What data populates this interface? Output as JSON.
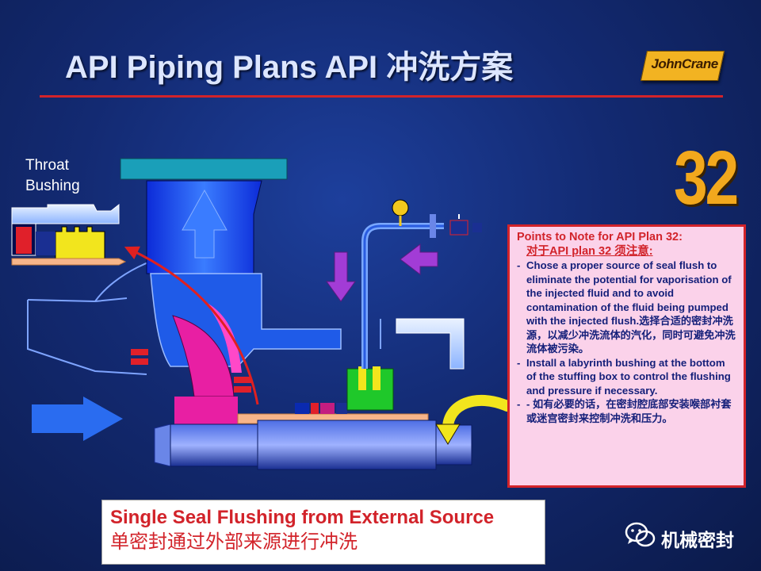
{
  "header": {
    "title": "API Piping Plans API 冲洗方案",
    "logo_text": "JohnCrane"
  },
  "plan_number": "32",
  "labels": {
    "throat_line1": "Throat",
    "throat_line2": "Bushing"
  },
  "notes": {
    "heading_en": "Points to Note for API Plan 32:",
    "heading_cn": "对于API plan 32 须注意:",
    "items": [
      {
        "dash": "-",
        "text": "Chose a proper source of seal flush to eliminate the potential for vaporisation of the injected fluid and to avoid contamination of the fluid being pumped with the injected flush.选择合适的密封冲洗源，以减少冲洗流体的汽化，同时可避免冲洗流体被污染。"
      },
      {
        "dash": "-",
        "text": "Install a labyrinth bushing at the bottom of the stuffing box to control the flushing and pressure if necessary."
      },
      {
        "dash": "-",
        "text": "- 如有必要的话，在密封腔底部安装喉部衬套或迷宫密封来控制冲洗和压力。"
      }
    ]
  },
  "caption": {
    "en": "Single Seal Flushing from External Source",
    "cn": "单密封通过外部来源进行冲洗"
  },
  "watermark": {
    "icon": "wechat-icon",
    "text": "机械密封"
  },
  "colors": {
    "accent_red": "#d2232a",
    "plan_orange": "#f2a81d",
    "notes_bg": "#fbd2ea",
    "flow_arrow_blue": "#2a6cf0",
    "flush_arrow_purple": "#a23cd6"
  }
}
